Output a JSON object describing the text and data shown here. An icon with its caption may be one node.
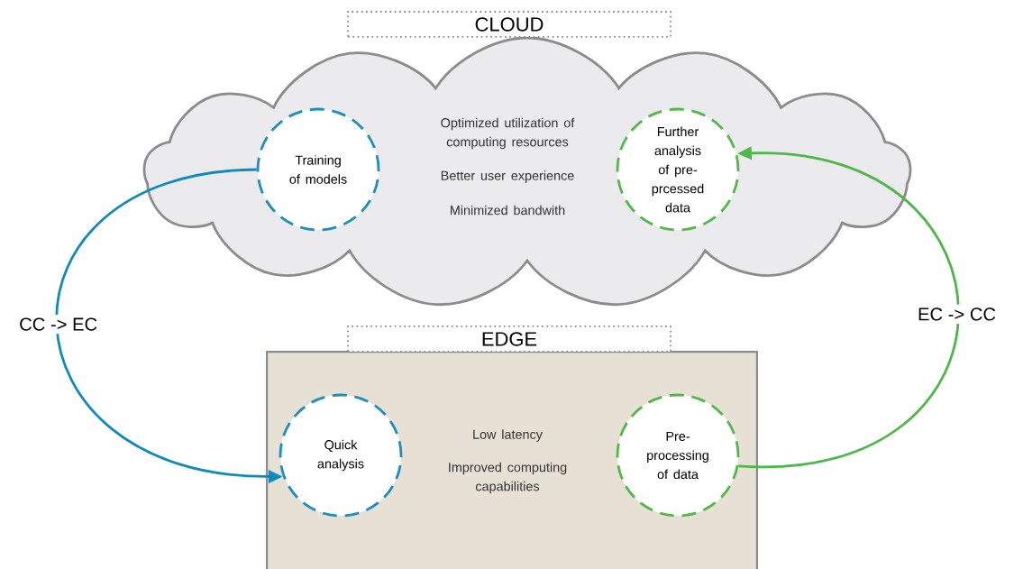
{
  "diagram": {
    "nodes": [
      {
        "text": [
          "CLOUD",
          "Optimized utilization of computing resources",
          "Better user experience",
          "Minimized bandwith"
        ]
      },
      {
        "text": [
          "Training of models"
        ],
        "in": 0
      },
      {
        "text": [
          "Further analysis of pre-prcessed data"
        ],
        "in": 0
      },
      {
        "text": [
          "EDGE",
          "Low latency",
          "Improved computing capabilities"
        ]
      },
      {
        "text": [
          "Quick analysis"
        ],
        "in": 3
      },
      {
        "text": [
          "Pre-processing of data"
        ],
        "in": 3
      }
    ],
    "edges": [
      {
        "from": 1,
        "to": 4,
        "arrow": "to",
        "label": "CC -> EC",
        "color": "#0e8bbd"
      },
      {
        "from": 5,
        "to": 2,
        "arrow": "to",
        "label": "EC -> CC",
        "color": "#4cb848"
      }
    ]
  }
}
